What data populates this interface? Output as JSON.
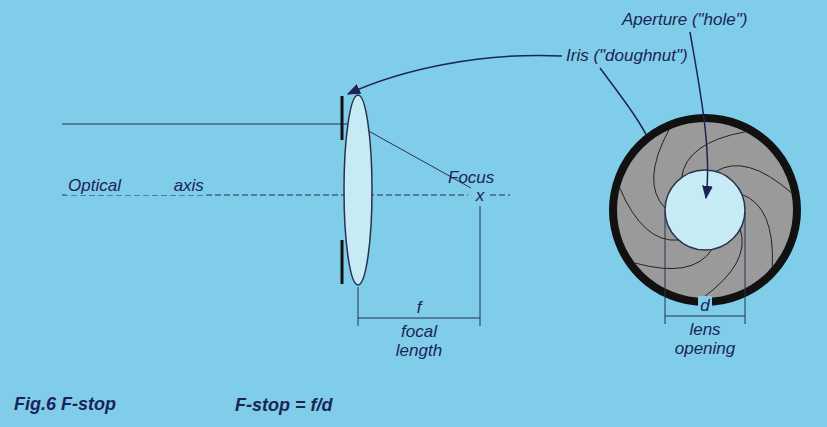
{
  "diagram": {
    "caption": "Fig.6 F-stop",
    "labels": [
      "Aperture (\"hole\")",
      "Iris (\"doughnut\")",
      "Optical axis",
      "Focus",
      "x",
      "f",
      "focal length",
      "d",
      "lens opening",
      "F-stop = f/d"
    ]
  }
}
